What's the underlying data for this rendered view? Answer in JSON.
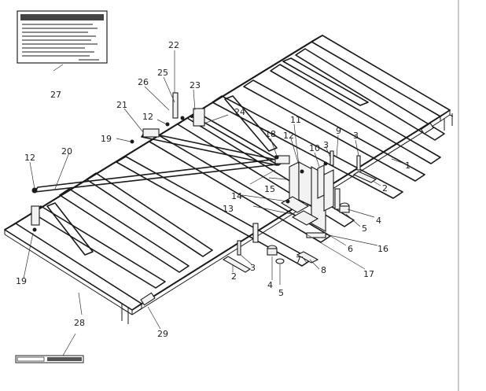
{
  "diagram": {
    "decal_panel_lines": 10,
    "callouts": {
      "c1": "1",
      "c2a": "2",
      "c2b": "2",
      "c3a": "3",
      "c3b": "3",
      "c3c": "3",
      "c4a": "4",
      "c4b": "4",
      "c5a": "5",
      "c5b": "5",
      "c6": "6",
      "c7": "7",
      "c8": "8",
      "c9": "9",
      "c10": "10",
      "c11": "11",
      "c12a": "12",
      "c12b": "12",
      "c12c": "12",
      "c13": "13",
      "c14": "14",
      "c15": "15",
      "c16": "16",
      "c17": "17",
      "c18": "18",
      "c19a": "19",
      "c19b": "19",
      "c20": "20",
      "c21": "21",
      "c22": "22",
      "c23": "23",
      "c24": "24",
      "c25": "25",
      "c26": "26",
      "c27": "27",
      "c28": "28",
      "c29": "29"
    }
  }
}
